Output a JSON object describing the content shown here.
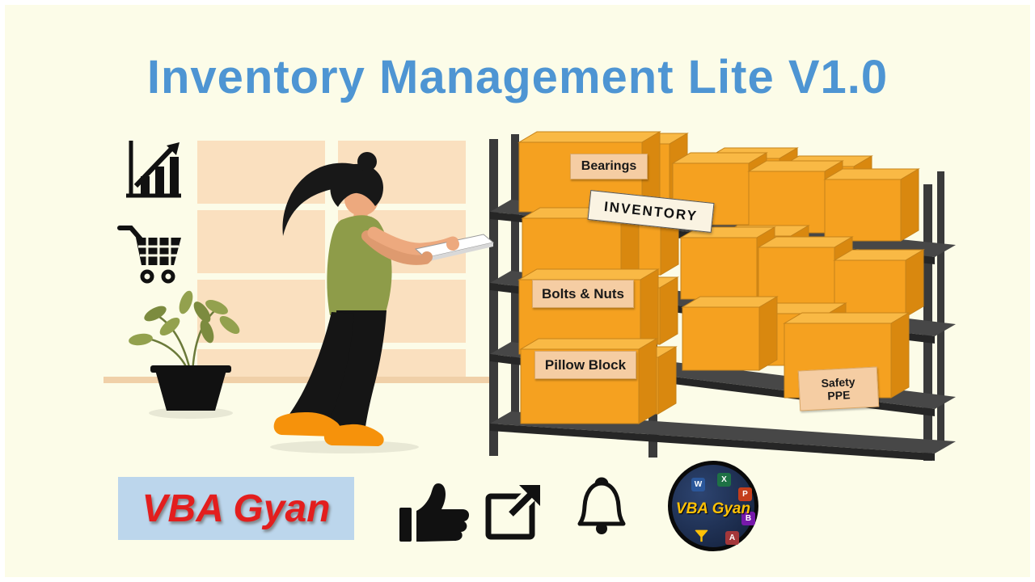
{
  "title": {
    "text": "Inventory Management Lite V1.0",
    "color": "#4E95D3"
  },
  "shelf_labels": {
    "bearings": "Bearings",
    "inventory_banner": "INVENTORY",
    "bolts_nuts": "Bolts & Nuts",
    "pillow_block": "Pillow Block",
    "safety_ppe": "Safety\nPPE"
  },
  "branding": {
    "banner_text": "VBA Gyan",
    "logo_text": "VBA Gyan",
    "logo_tiles": [
      "W",
      "X",
      "P",
      "B",
      "A"
    ]
  },
  "icons": {
    "bar_chart": "bar-chart",
    "shopping_cart": "shopping-cart",
    "thumbs_up": "thumbs-up",
    "share": "share-arrow",
    "bell": "notification-bell",
    "funnel": "filter-funnel"
  },
  "colors": {
    "background": "#FCFCE8",
    "title": "#4E95D3",
    "box_orange_front": "#F5A120",
    "box_orange_top": "#F9B945",
    "box_orange_side": "#D9880F",
    "label_tan": "#F5CDA3",
    "wall_peach": "#FAE0BF",
    "rack_dark": "#3A3A3A",
    "banner_bg": "#BCD6EC",
    "banner_text": "#E31E1E",
    "logo_bg": "#1C2B4A",
    "logo_text": "#FFC107",
    "sweater_green": "#8E9C49",
    "shoe_orange": "#F6920B"
  }
}
